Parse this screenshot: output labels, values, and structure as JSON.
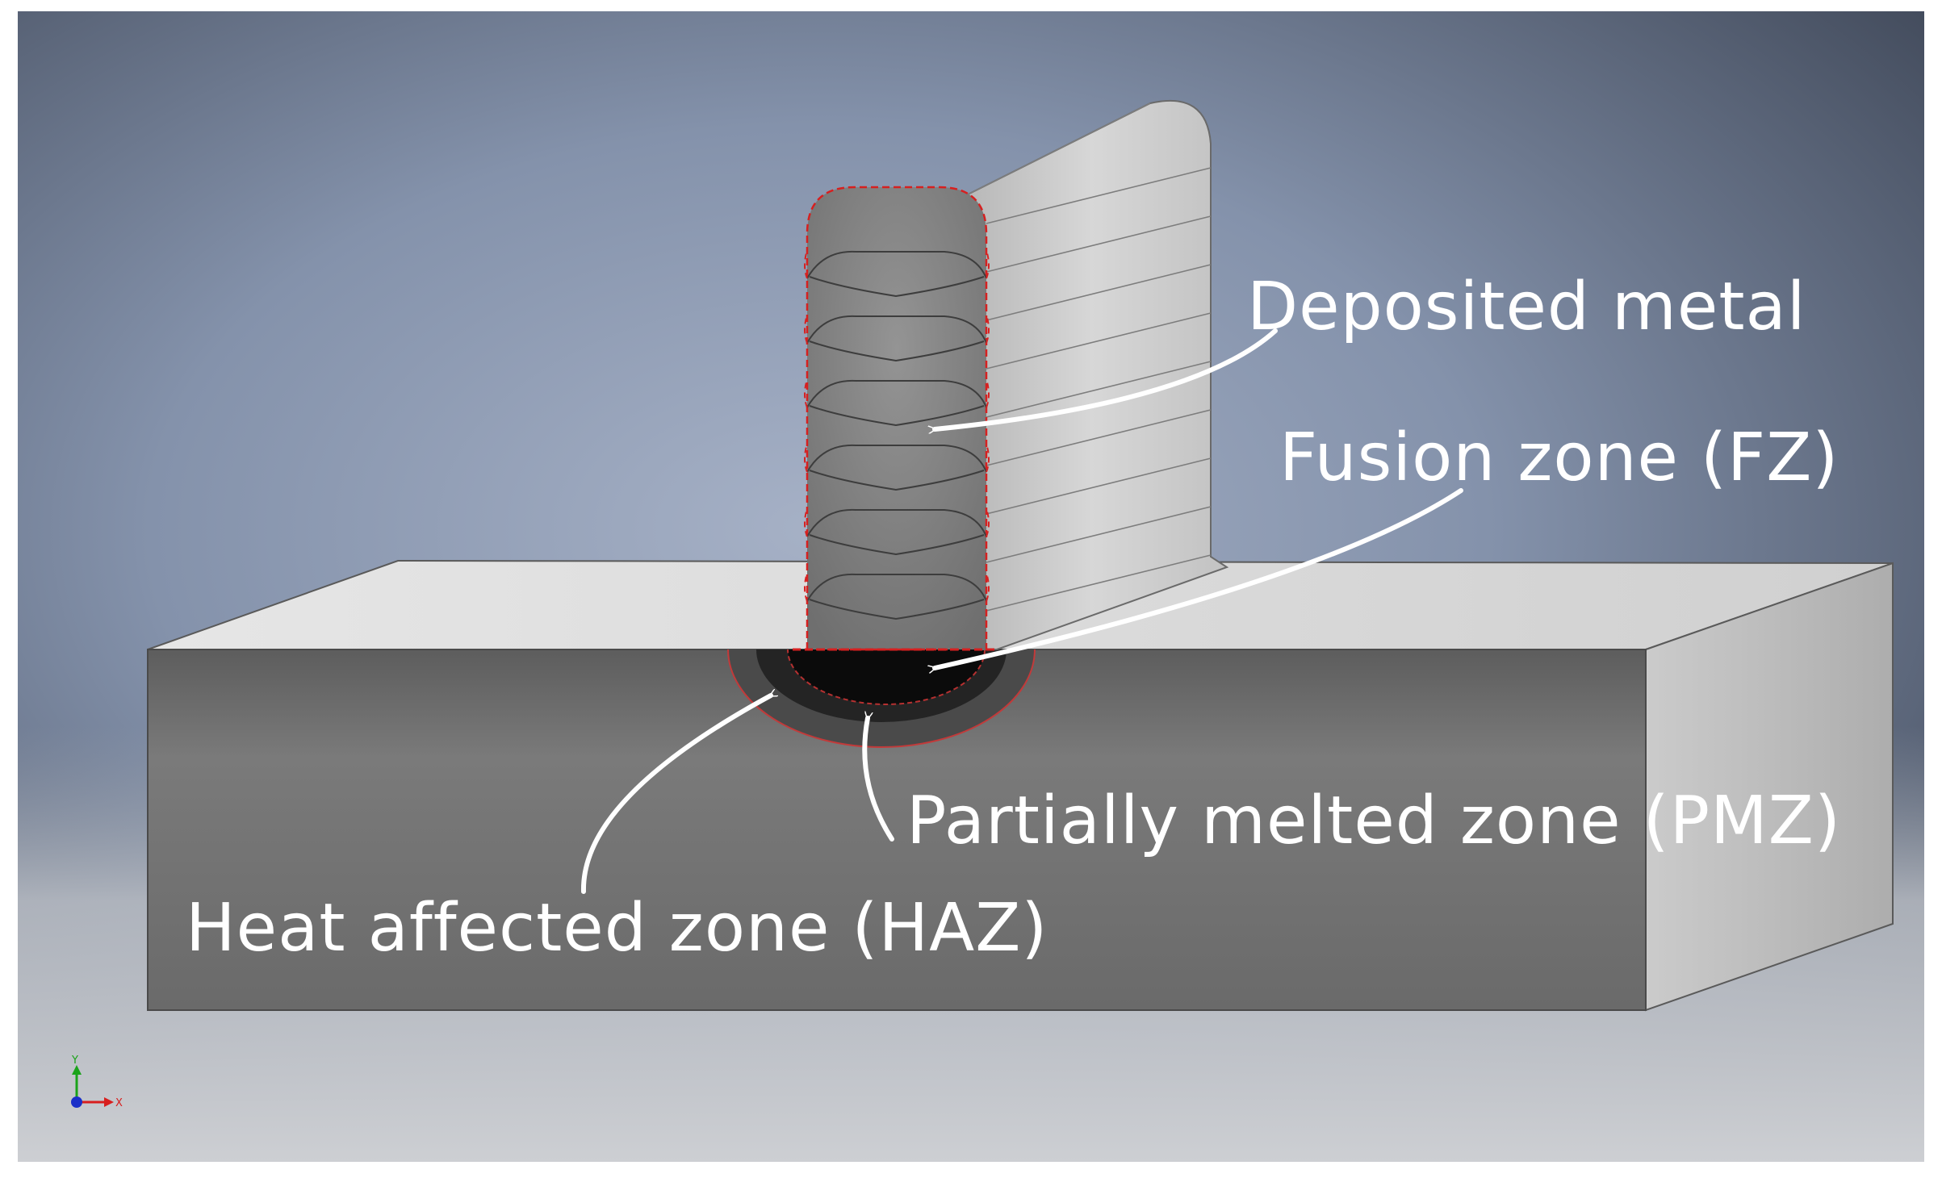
{
  "labels": {
    "deposited_metal": "Deposited metal",
    "fusion_zone": "Fusion zone (FZ)",
    "partially_melted_zone": "Partially melted zone (PMZ)",
    "heat_affected_zone": "Heat affected zone (HAZ)"
  },
  "axis_triad": {
    "y_label": "Y",
    "x_label": "X"
  },
  "colors": {
    "background_light": "#c9ccd2",
    "background_mid": "#8d9ab0",
    "background_dark": "#3e4656",
    "plate_front": "#6b6b6b",
    "plate_top": "#d6d6d6",
    "plate_side": "#bdbdbd",
    "wall_side": "#c8c8c8",
    "bead_face": "#7f7f7f",
    "haz": "#4a4a4a",
    "pmz": "#262626",
    "fusion_zone": "#0c0c0c",
    "outline_red": "#d62020",
    "label_text": "#ffffff",
    "axis_y": "#1aa31a",
    "axis_x": "#d81e1e",
    "axis_origin": "#1a2fc8"
  }
}
